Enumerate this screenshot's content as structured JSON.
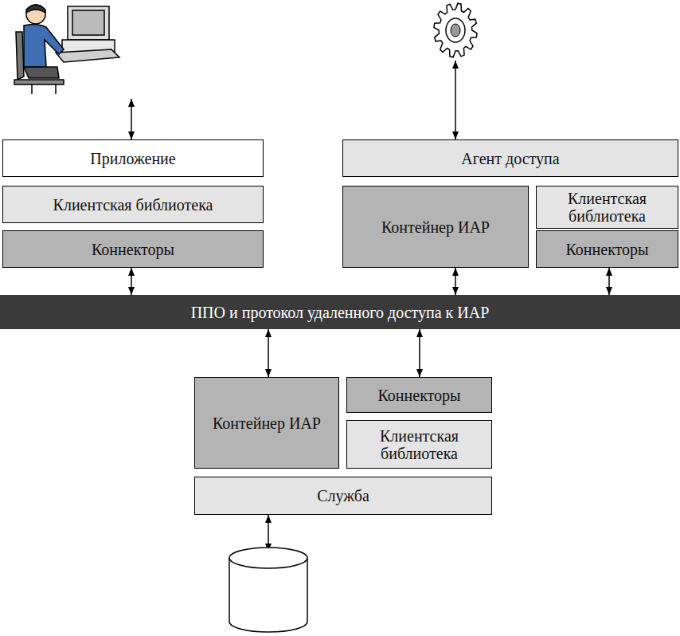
{
  "diagram": {
    "nodes": [
      {
        "text": [
          "Приложение"
        ]
      },
      {
        "text": [
          "Клиентская библиотека"
        ]
      },
      {
        "text": [
          "Коннекторы"
        ]
      },
      {
        "text": [
          "Агент доступа"
        ]
      },
      {
        "text": [
          "Контейнер ИАР"
        ]
      },
      {
        "text": [
          "Клиентская библиотека"
        ]
      },
      {
        "text": [
          "Коннекторы"
        ]
      },
      {
        "text": [
          "ППО и протокол удаленного доступа к ИАР"
        ]
      },
      {
        "text": [
          "Контейнер ИАР"
        ]
      },
      {
        "text": [
          "Коннекторы"
        ]
      },
      {
        "text": [
          "Клиентская библиотека"
        ]
      },
      {
        "text": [
          "Служба"
        ]
      }
    ],
    "edges": [
      {
        "from": 2,
        "to": 7,
        "arrow": "both"
      },
      {
        "from": 4,
        "to": 7,
        "arrow": "both"
      },
      {
        "from": 6,
        "to": 7,
        "arrow": "both"
      },
      {
        "from": 7,
        "to": 8,
        "arrow": "both"
      },
      {
        "from": 7,
        "to": 9,
        "arrow": "both"
      }
    ]
  }
}
